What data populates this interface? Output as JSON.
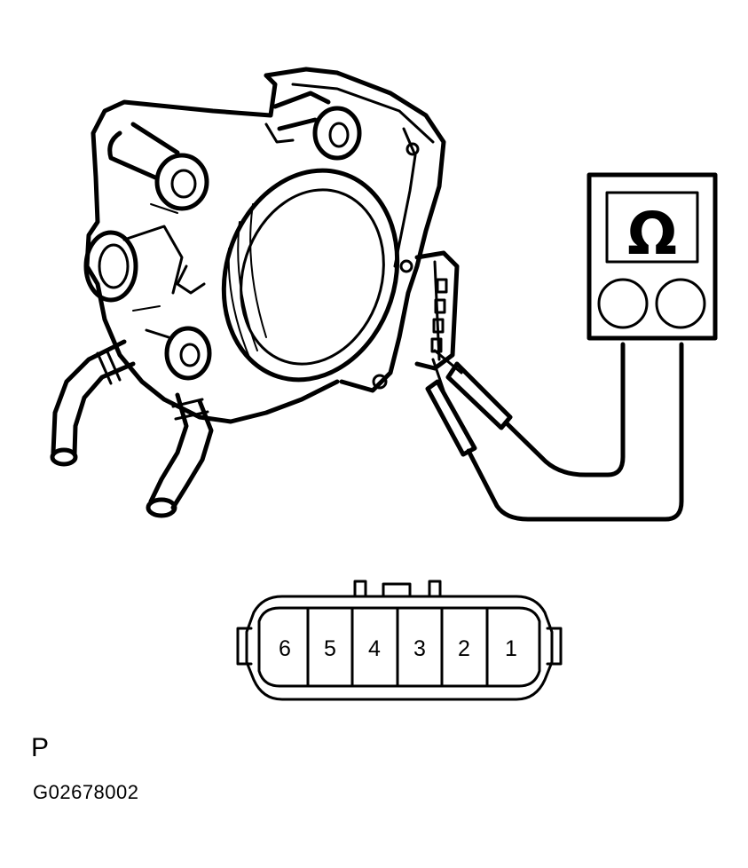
{
  "meter": {
    "symbol": "Ω",
    "icon": "ohmmeter-icon"
  },
  "connector": {
    "pins": [
      "6",
      "5",
      "4",
      "3",
      "2",
      "1"
    ]
  },
  "labels": {
    "view": "P",
    "figure_code": "G02678002"
  }
}
